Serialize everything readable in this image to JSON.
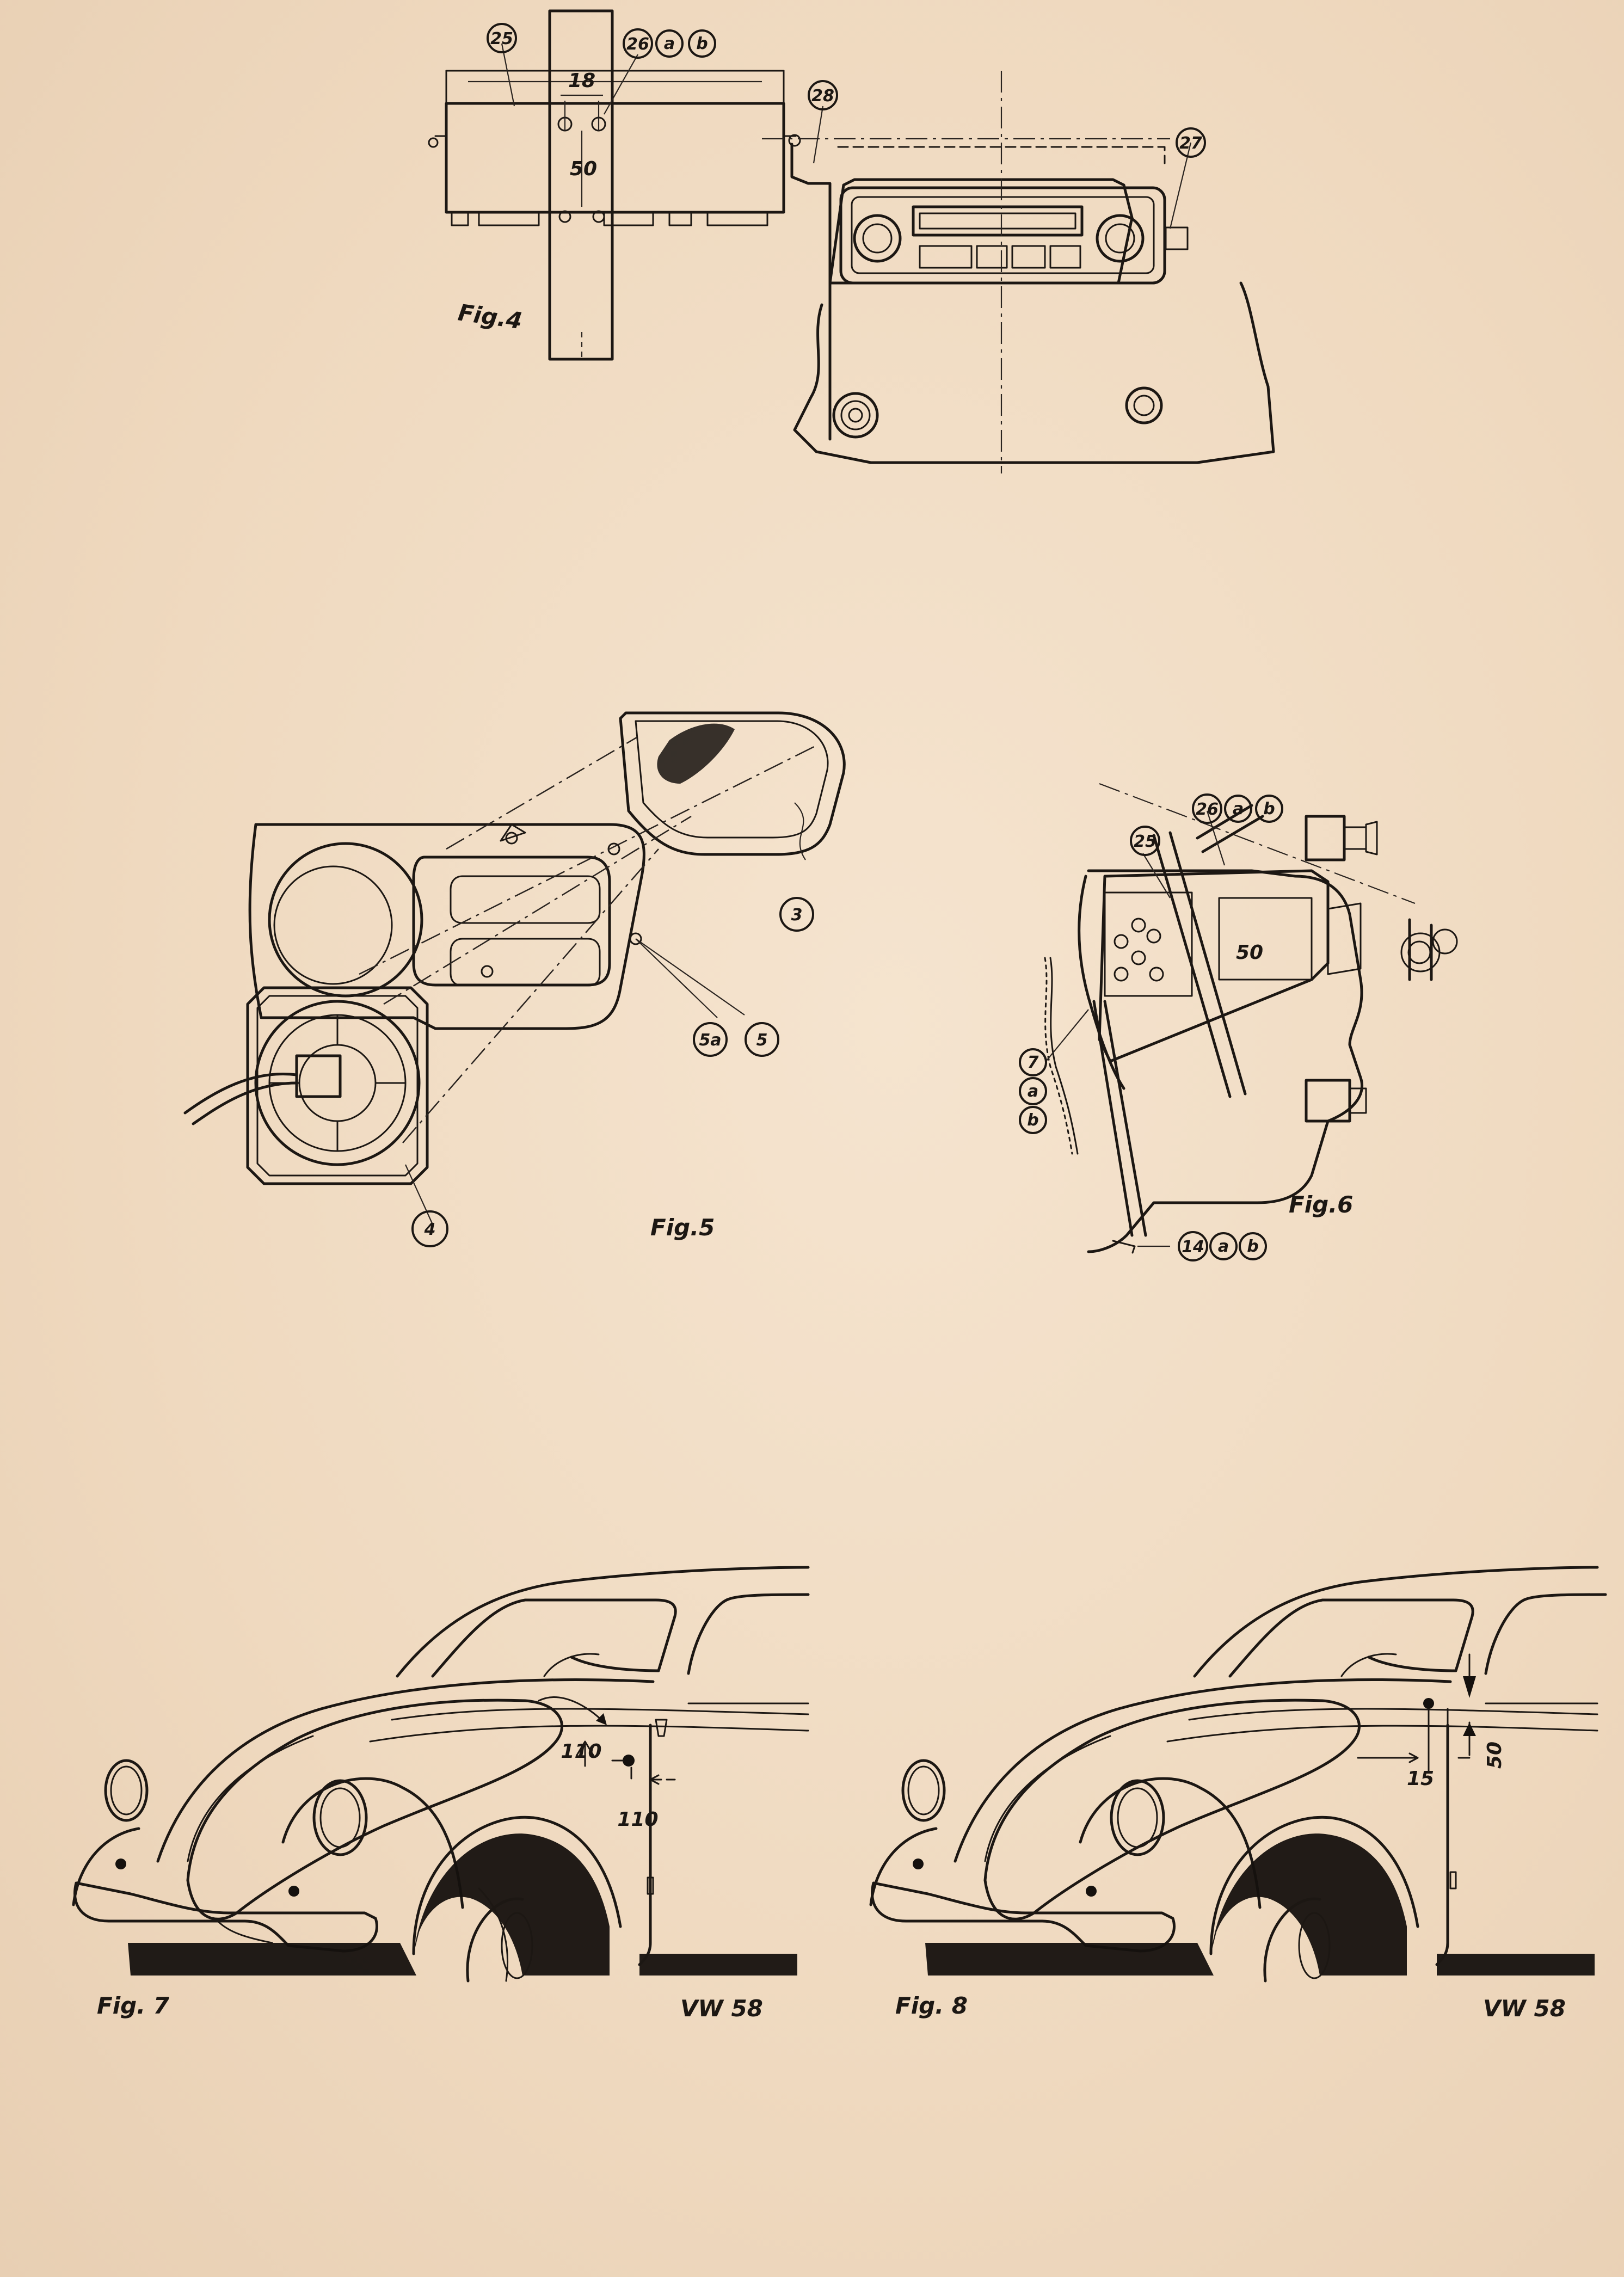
{
  "figures": {
    "fig4": {
      "caption": "Fig.4",
      "callouts": {
        "c25": "25",
        "c26": "26",
        "c26a": "a",
        "c26b": "b",
        "c27": "27",
        "c28": "28"
      },
      "dimensions": {
        "d18": "18",
        "d50": "50"
      }
    },
    "fig5": {
      "caption": "Fig.5",
      "callouts": {
        "c3": "3",
        "c4": "4",
        "c5": "5",
        "c5a": "5a"
      }
    },
    "fig6": {
      "caption": "Fig.6",
      "callouts": {
        "c25": "25",
        "c26": "26",
        "c26a": "a",
        "c26b": "b",
        "c7": "7",
        "c7a": "a",
        "c7b": "b",
        "c14": "14",
        "c14a": "a",
        "c14b": "b"
      },
      "dimensions": {
        "d50": "50"
      }
    },
    "fig7": {
      "caption": "Fig. 7",
      "model": "VW 58",
      "dimensions": {
        "d110a": "110",
        "d110b": "110"
      }
    },
    "fig8": {
      "caption": "Fig. 8",
      "model": "VW 58",
      "dimensions": {
        "d15": "15",
        "d50": "50"
      }
    }
  }
}
